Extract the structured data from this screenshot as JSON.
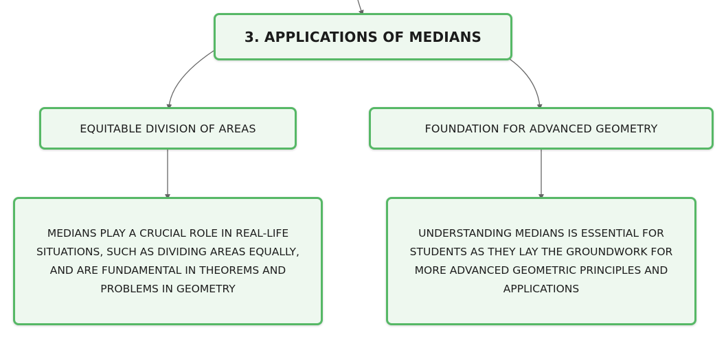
{
  "diagram": {
    "root": {
      "label": "3. APPLICATIONS OF MEDIANS"
    },
    "branches": [
      {
        "label": "EQUITABLE DIVISION OF AREAS",
        "detail": "MEDIANS PLAY A CRUCIAL ROLE IN REAL-LIFE SITUATIONS, SUCH AS DIVIDING AREAS EQUALLY, AND ARE FUNDAMENTAL IN THEOREMS AND PROBLEMS IN GEOMETRY"
      },
      {
        "label": "FOUNDATION FOR ADVANCED GEOMETRY",
        "detail": "UNDERSTANDING MEDIANS IS ESSENTIAL FOR STUDENTS AS THEY LAY THE GROUNDWORK FOR MORE ADVANCED GEOMETRIC PRINCIPLES AND APPLICATIONS"
      }
    ],
    "colors": {
      "node_border": "#56b866",
      "node_fill": "#eef8ef",
      "connector": "#666666"
    }
  }
}
